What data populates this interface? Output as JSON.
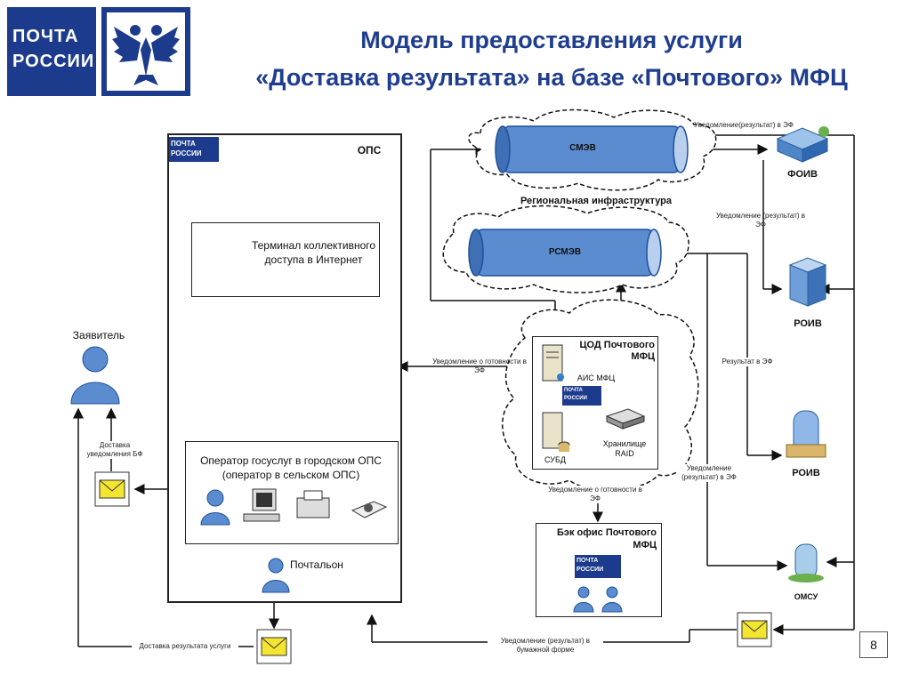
{
  "header": {
    "logo_line1": "ПОЧТА",
    "logo_line2": "РОССИИ",
    "title_line1": "Модель предоставления услуги",
    "title_line2": "«Доставка результата»  на базе «Почтового» МФЦ"
  },
  "ops": {
    "title": "ОПС",
    "logo_line1": "ПОЧТА",
    "logo_line2": "РОССИИ",
    "terminal": "Терминал коллективного доступа в Интернет",
    "operator": "Оператор госуслуг в городском ОПС (оператор в сельском ОПС)",
    "postman": "Почтальон"
  },
  "applicant": "Заявитель",
  "cloud": {
    "smev": "СМЭВ",
    "rsmev": "РСМЭВ",
    "regional": "Региональная инфраструктура"
  },
  "cod": {
    "title": "ЦОД Почтового МФЦ",
    "ais": "АИС МФЦ",
    "subd": "СУБД",
    "storage": "Хранилище RAID"
  },
  "backoffice": {
    "title": "Бэк офис Почтового МФЦ"
  },
  "agencies": {
    "foiv": "ФОИВ",
    "roiv1": "РОИВ",
    "roiv2": "РОИВ",
    "omsu": "ОМСУ"
  },
  "labels": {
    "notify_result_ef_top": "Уведомление(результат) в ЭФ",
    "notify_result_ef_mid": "Уведомление (результат) в ЭФ",
    "result_ef": "Результат в ЭФ",
    "notify_result_ef_low": "Уведомление (результат) в ЭФ",
    "notify_ready_left": "Уведомление о готовности в ЭФ",
    "notify_ready_bottom": "Уведомление о готовности в ЭФ",
    "delivery_bf": "Доставка уведомления БФ",
    "delivery_result": "Доставка результата услуги",
    "notify_paper": "Уведомление (результат) в бумажной форме"
  },
  "page_number": "8"
}
